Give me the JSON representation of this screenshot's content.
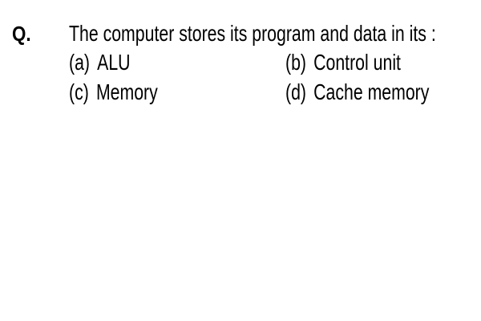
{
  "question": {
    "label": "Q.",
    "text": "The computer stores its program and data in its :"
  },
  "options": [
    {
      "key": "(a)",
      "text": "ALU"
    },
    {
      "key": "(b)",
      "text": "Control unit"
    },
    {
      "key": "(c)",
      "text": "Memory"
    },
    {
      "key": "(d)",
      "text": "Cache memory"
    }
  ]
}
